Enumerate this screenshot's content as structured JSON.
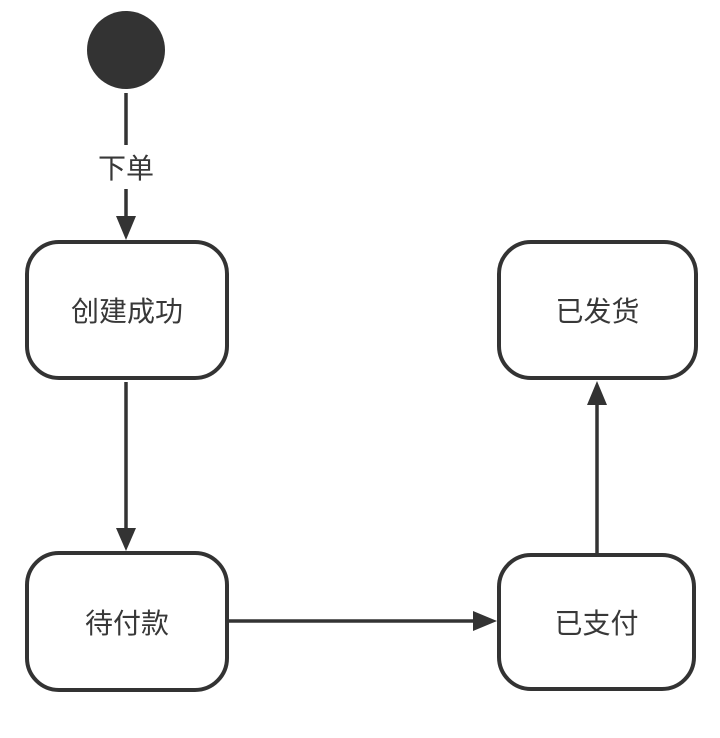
{
  "colors": {
    "background": "#ffffff",
    "stroke": "#333333",
    "text": "#383838"
  },
  "initial_state": {
    "name": "start",
    "shape": "filled-circle"
  },
  "nodes": [
    {
      "id": "order-created",
      "label": "创建成功"
    },
    {
      "id": "awaiting-payment",
      "label": "待付款"
    },
    {
      "id": "shipped",
      "label": "已发货"
    },
    {
      "id": "paid",
      "label": "已支付"
    }
  ],
  "edges": [
    {
      "from": "start",
      "to": "order-created",
      "label": "下单",
      "direction": "down"
    },
    {
      "from": "order-created",
      "to": "awaiting-payment",
      "label": "",
      "direction": "down"
    },
    {
      "from": "awaiting-payment",
      "to": "paid",
      "label": "",
      "direction": "right"
    },
    {
      "from": "paid",
      "to": "shipped",
      "label": "",
      "direction": "up"
    }
  ]
}
